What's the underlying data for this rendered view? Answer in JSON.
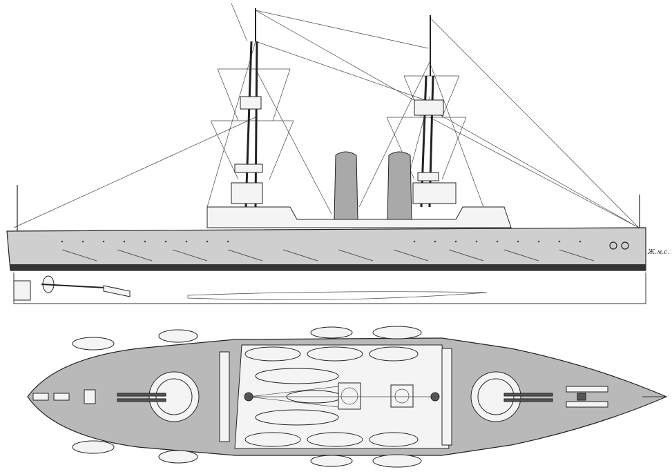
{
  "drawing": {
    "signature": "Ж.м.с.",
    "views": [
      "side-profile",
      "deck-plan",
      "rudder-detail",
      "keel-detail"
    ],
    "style": "monochrome line drawing on white",
    "colors": {
      "background": "#ffffff",
      "line": "#222222",
      "hull_fill": "#cfcfcf",
      "deck_fill": "#b9b9b9",
      "funnel_fill": "#a9a9a9"
    }
  }
}
